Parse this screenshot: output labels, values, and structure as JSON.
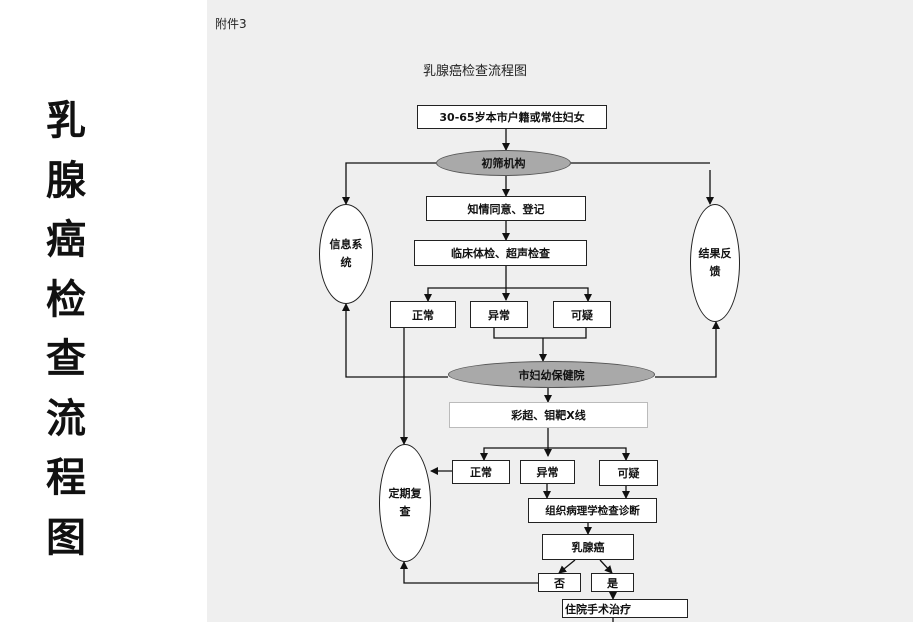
{
  "side_title": [
    "乳",
    "腺",
    "癌",
    "检",
    "查",
    "流",
    "程",
    "图"
  ],
  "attachment": "附件3",
  "flow_title": "乳腺癌检查流程图",
  "nodes": {
    "target": "30-65岁本市户籍或常住妇女",
    "primary": "初筛机构",
    "consent": "知情同意、登记",
    "clinical": "临床体检、超声检查",
    "normal1": "正常",
    "abnormal1": "异常",
    "suspicious1": "可疑",
    "info_system": "信息系统",
    "result_feedback": "结果反馈",
    "maternal": "市妇幼保健院",
    "imaging": "彩超、钼靶X线",
    "normal2": "正常",
    "abnormal2": "异常",
    "suspicious2": "可疑",
    "periodic": "定期复查",
    "pathology": "组织病理学检查诊断",
    "cancer": "乳腺癌",
    "no": "否",
    "yes": "是",
    "surgery": "住院手术治疗"
  }
}
